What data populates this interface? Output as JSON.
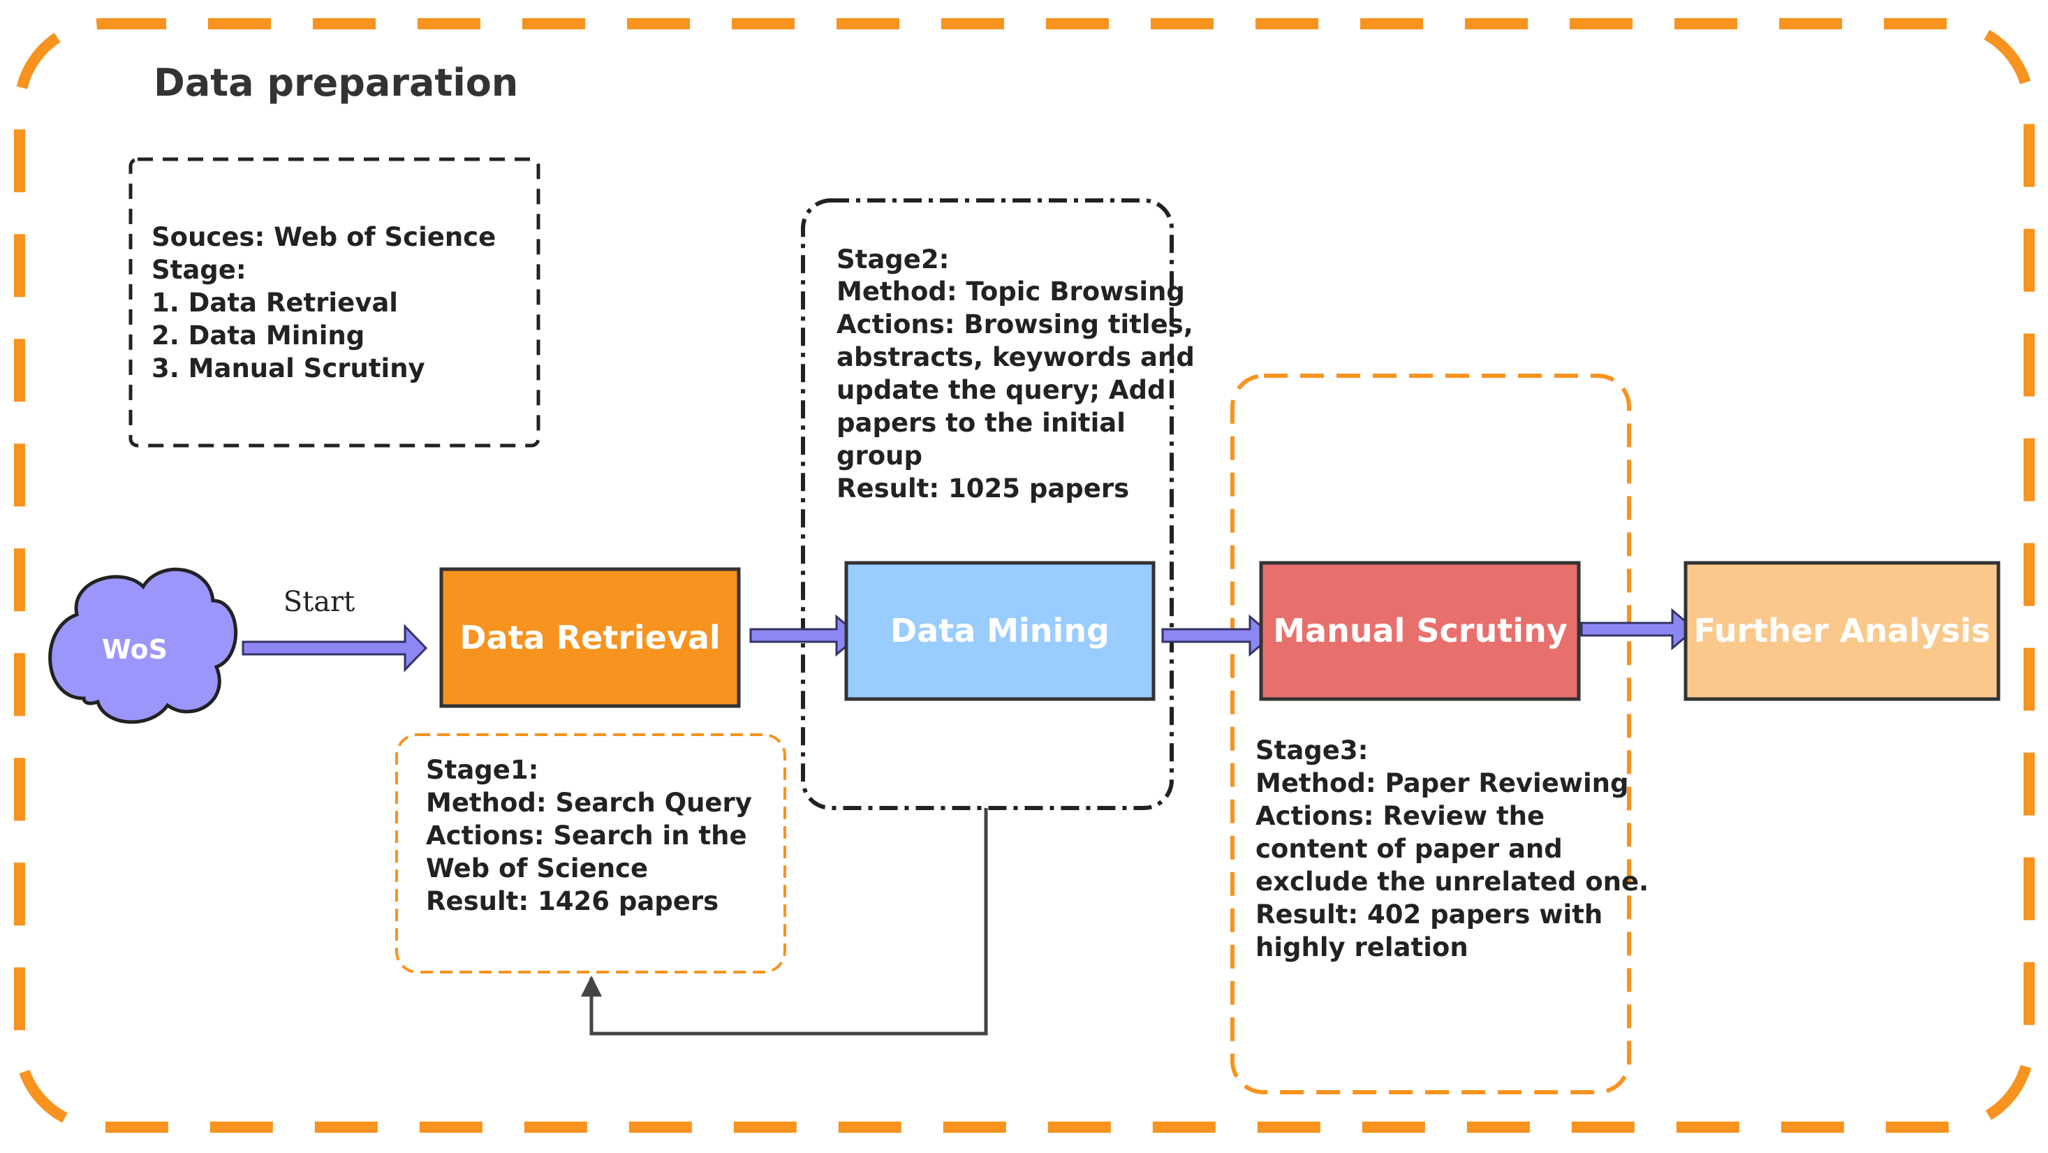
{
  "title": "Data preparation",
  "colors": {
    "frame": "#f7931e",
    "retrieval": "#f7931e",
    "mining": "#99ccff",
    "scrutiny": "#e8706c",
    "further": "#fbc88c",
    "wos": "#9b96fb",
    "arrow": "#8c87f2"
  },
  "legend": {
    "lines": [
      "Souces:  Web of Science",
      "Stage:",
      "1. Data Retrieval",
      "2. Data Mining",
      "3. Manual Scrutiny"
    ]
  },
  "nodes": {
    "wos": "WoS",
    "start": "Start",
    "retrieval": "Data Retrieval",
    "mining": "Data Mining",
    "scrutiny": "Manual Scrutiny",
    "further": "Further Analysis"
  },
  "stage1": {
    "lines": [
      "Stage1:",
      "",
      "Method: Search Query",
      "Actions: Search in the",
      "Web of Science",
      "Result: 1426 papers"
    ]
  },
  "stage2": {
    "lines": [
      "Stage2:",
      "",
      "Method: Topic Browsing",
      "Actions: Browsing titles,",
      "abstracts, keywords and",
      "update the query; Add",
      "papers to the initial",
      "group",
      "Result: 1025 papers"
    ]
  },
  "stage3": {
    "lines": [
      "Stage3:",
      "",
      "Method: Paper Reviewing",
      "Actions:  Review the",
      "content of paper and",
      "exclude the unrelated one.",
      "Result: 402 papers with",
      "highly relation"
    ]
  }
}
